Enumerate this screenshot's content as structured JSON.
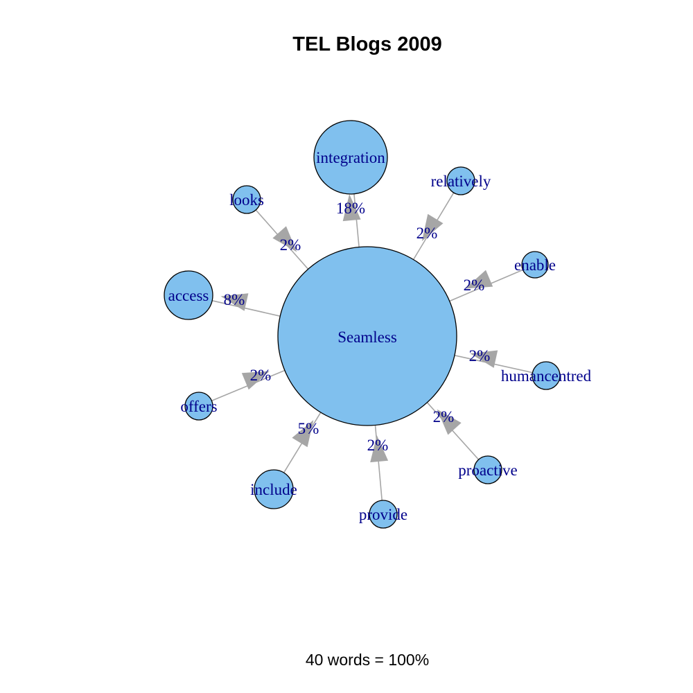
{
  "title": "TEL Blogs 2009",
  "footer": "40 words = 100%",
  "colors": {
    "node_fill": "#80c0ee",
    "node_stroke": "#000000",
    "edge": "#a6a6a6",
    "label": "#00008b"
  },
  "center": {
    "label": "Seamless"
  },
  "neighbors": [
    {
      "id": "integration",
      "label": "integration",
      "percent": "18%",
      "direction": "out"
    },
    {
      "id": "relatively",
      "label": "relatively",
      "percent": "2%",
      "direction": "in"
    },
    {
      "id": "enable",
      "label": "enable",
      "percent": "2%",
      "direction": "in"
    },
    {
      "id": "humancentred",
      "label": "humancentred",
      "percent": "2%",
      "direction": "in"
    },
    {
      "id": "proactive",
      "label": "proactive",
      "percent": "2%",
      "direction": "in"
    },
    {
      "id": "provide",
      "label": "provide",
      "percent": "2%",
      "direction": "in"
    },
    {
      "id": "include",
      "label": "include",
      "percent": "5%",
      "direction": "in"
    },
    {
      "id": "offers",
      "label": "offers",
      "percent": "2%",
      "direction": "in"
    },
    {
      "id": "access",
      "label": "access",
      "percent": "8%",
      "direction": "out"
    },
    {
      "id": "looks",
      "label": "looks",
      "percent": "2%",
      "direction": "in"
    }
  ]
}
